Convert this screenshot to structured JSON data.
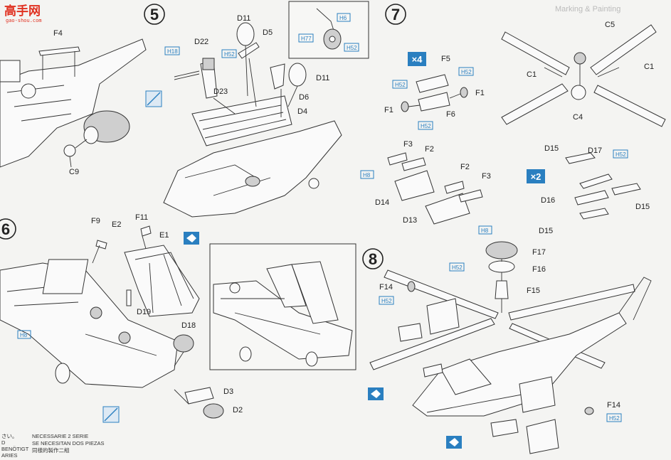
{
  "watermark": {
    "cn": "高手网",
    "url": "gao-shou.com"
  },
  "steps": [
    "5",
    "6",
    "7",
    "8"
  ],
  "faint_header": "Marking & Painting",
  "hbadges": {
    "h6": "H6",
    "h77": "H77",
    "h52": "H52",
    "h18": "H18",
    "h8": "H8"
  },
  "multipliers": {
    "x4": "×4",
    "x2": "×2"
  },
  "parts": {
    "F4": "F4",
    "C9": "C9",
    "D11": "D11",
    "D5": "D5",
    "D22": "D22",
    "D23": "D23",
    "D6": "D6",
    "D4": "D4",
    "F5": "F5",
    "F1": "F1",
    "F6": "F6",
    "F3": "F3",
    "F2": "F2",
    "D14": "D14",
    "D13": "D13",
    "C5": "C5",
    "C1": "C1",
    "C4": "C4",
    "D15": "D15",
    "D17": "D17",
    "D16": "D16",
    "F9": "F9",
    "E2": "E2",
    "F11": "F11",
    "E1": "E1",
    "D19": "D19",
    "D18": "D18",
    "D3": "D3",
    "D2": "D2",
    "F17": "F17",
    "F16": "F16",
    "F15": "F15",
    "F14": "F14"
  },
  "footer": {
    "left": [
      "さい。",
      "D",
      "BENÖTIGT",
      "ARIES"
    ],
    "right": [
      "NECESSARIE 2 SERIE",
      "SE NECESITAN DOS PIEZAS",
      "同樣的製作二組"
    ]
  }
}
